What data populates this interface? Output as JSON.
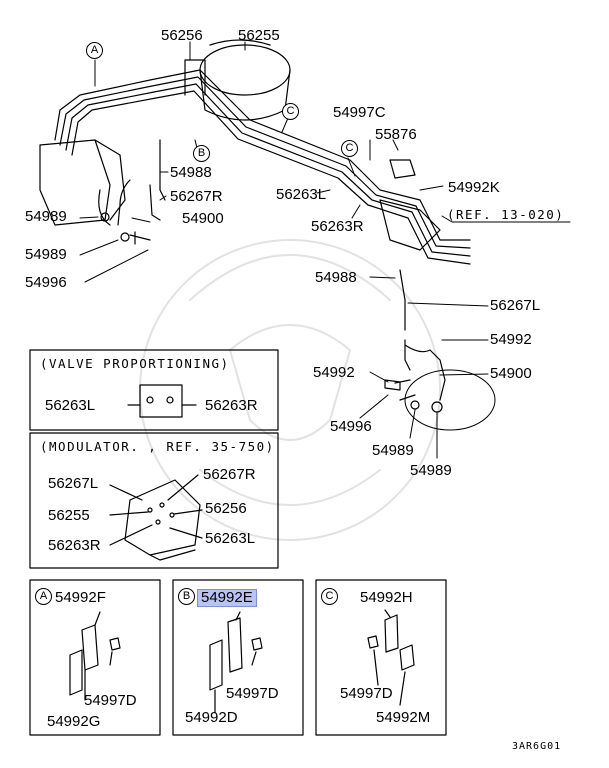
{
  "diagram_code": "3AR6G01",
  "ref_13": "(REF. 13-020)",
  "parts": {
    "p56256": "56256",
    "p56255": "56255",
    "p54997C": "54997C",
    "p55876": "55876",
    "p54988_top": "54988",
    "p56267R_top": "56267R",
    "p54900_left": "54900",
    "p56263L_top": "56263L",
    "p54992K": "54992K",
    "p56263R_top": "56263R",
    "p54989_a": "54989",
    "p54989_b": "54989",
    "p54996_left": "54996",
    "p54988_mid": "54988",
    "p56267L_mid": "56267L",
    "p54992_right": "54992",
    "p54992_mid": "54992",
    "p54900_right": "54900",
    "p54996_mid": "54996",
    "p54989_c": "54989",
    "p54989_d": "54989"
  },
  "callouts": {
    "a": "A",
    "b": "B",
    "c": "C"
  },
  "valve_box": {
    "title": "(VALVE PROPORTIONING)",
    "left": "56263L",
    "right": "56263R"
  },
  "modulator_box": {
    "title": "(MODULATOR. , REF. 35-750)",
    "p56267L": "56267L",
    "p56267R": "56267R",
    "p56255": "56255",
    "p56256": "56256",
    "p56263R": "56263R",
    "p56263L": "56263L"
  },
  "detail_a": {
    "letter": "A",
    "p1": "54992F",
    "p2": "54997D",
    "p3": "54992G"
  },
  "detail_b": {
    "letter": "B",
    "p1": "54992E",
    "p2": "54997D",
    "p3": "54992D"
  },
  "detail_c": {
    "letter": "C",
    "p1": "54992H",
    "p2": "54997D",
    "p3": "54992M"
  }
}
